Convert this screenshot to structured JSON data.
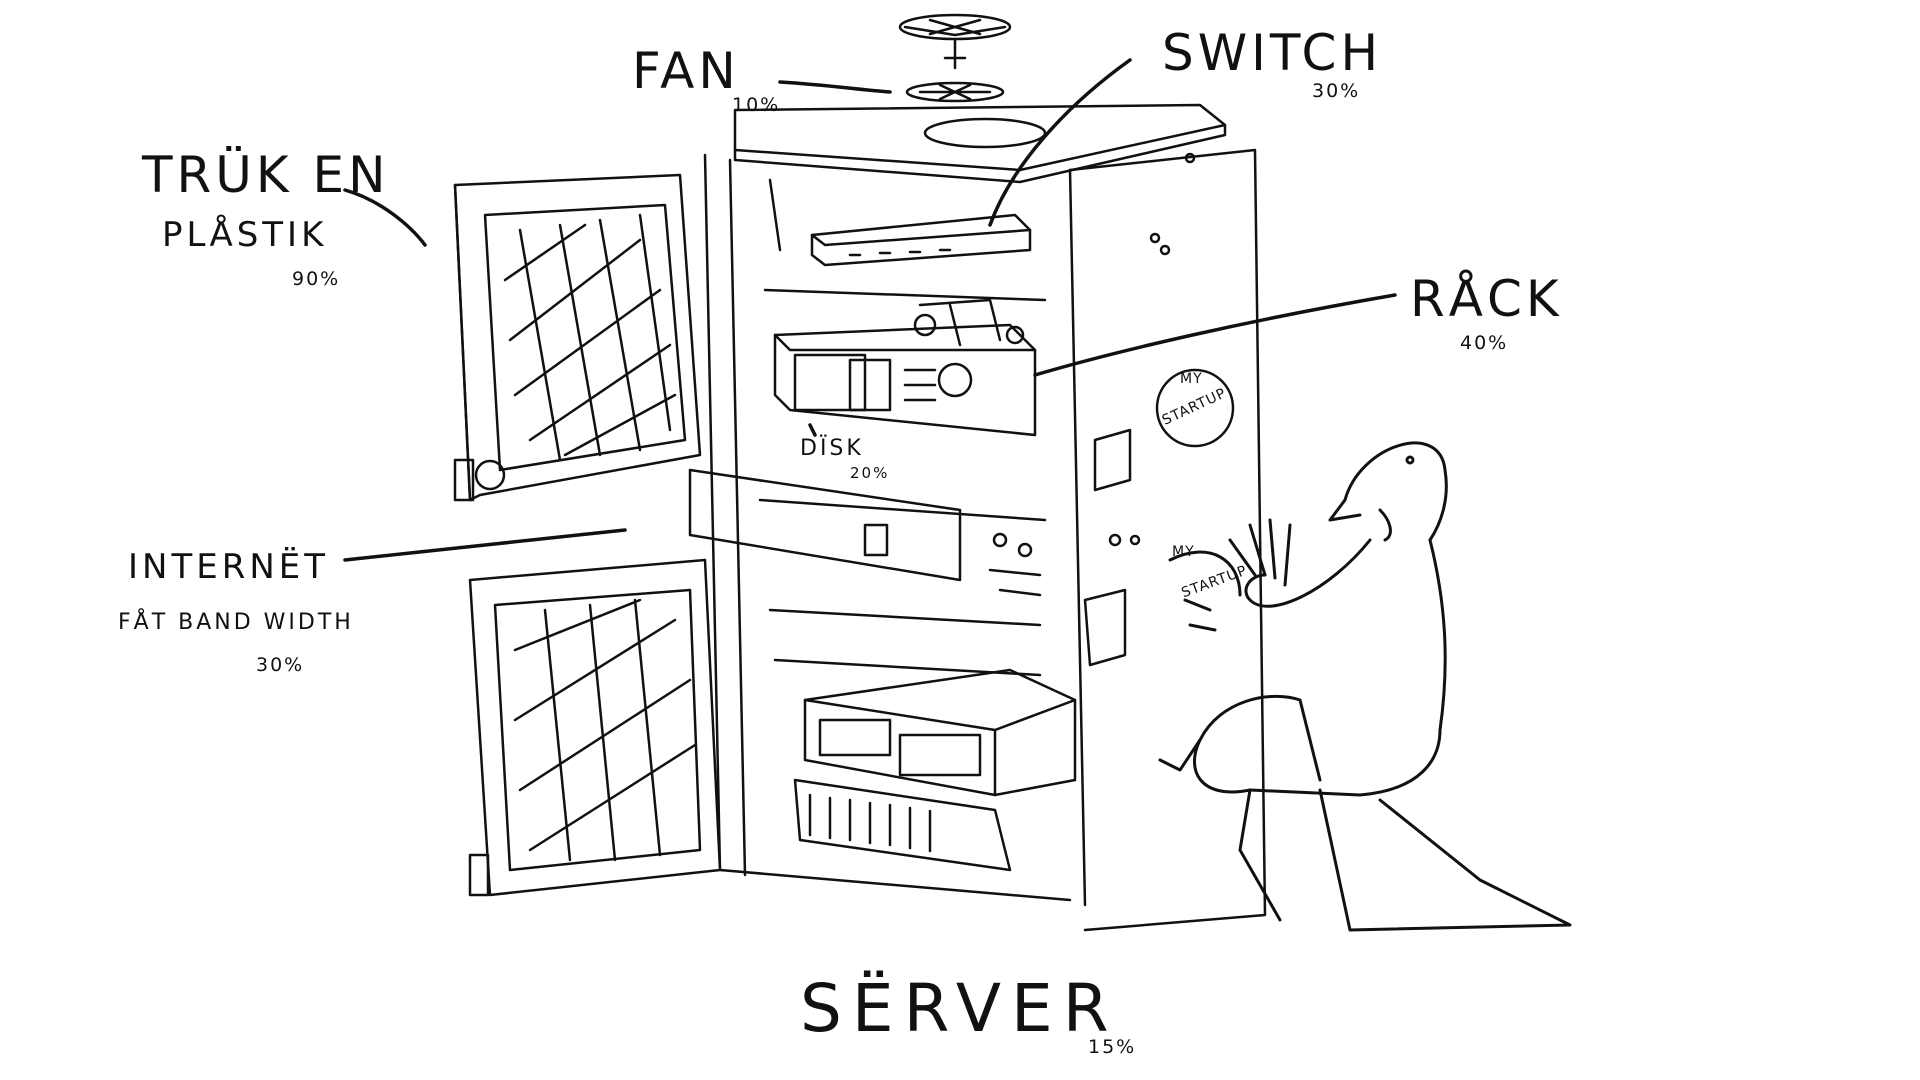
{
  "labels": {
    "fan": {
      "name": "FAN",
      "pct": "10%"
    },
    "switch": {
      "name": "SWITCH",
      "pct": "30%"
    },
    "truck": {
      "line1": "TRÜK EN",
      "line2": "PLÅSTIK",
      "pct": "90%"
    },
    "rack": {
      "name": "RÅCK",
      "pct": "40%"
    },
    "disk": {
      "name": "DÏSK",
      "pct": "20%"
    },
    "internet": {
      "line1": "INTERNËT",
      "line2": "FÅT BAND WIDTH",
      "pct": "30%"
    },
    "server": {
      "name": "SËRVER",
      "pct": "15%"
    }
  },
  "stickers": {
    "cabinet": {
      "line1": "MY",
      "line2": "STARTUP"
    },
    "hand": {
      "line1": "MY",
      "line2": "STARTUP"
    }
  },
  "colors": {
    "ink": "#111111",
    "paper": "#ffffff"
  }
}
